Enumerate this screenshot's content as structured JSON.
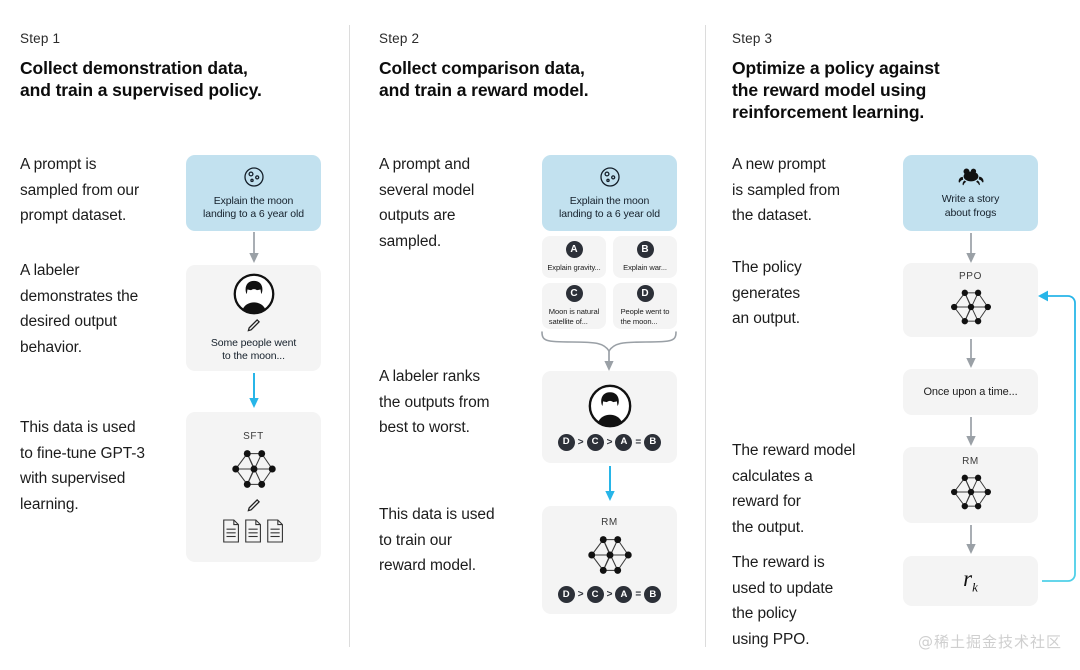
{
  "meta": {
    "watermark": "@稀土掘金技术社区",
    "accent_blue": "#c2e1ef",
    "accent_cyan": "#27b5e8",
    "box_grey": "#f4f4f4",
    "arrow_grey": "#9aa0a6",
    "divider": "#dcdcdc"
  },
  "columns": [
    {
      "step_label": "Step 1",
      "title": "Collect demonstration data,\nand train a supervised policy.",
      "paragraphs": [
        "A prompt is\nsampled from our\nprompt dataset.",
        "A labeler\ndemonstrates the\ndesired output\nbehavior.",
        "This data is used\nto fine-tune GPT-3\nwith supervised\nlearning."
      ],
      "blocks": {
        "prompt": {
          "icon": "moon-icon",
          "caption": "Explain the moon\nlanding to a 6 year old"
        },
        "labeler": {
          "icon": "person-icon",
          "pencil": "pencil-icon",
          "caption": "Some people went\nto the moon..."
        },
        "model": {
          "label": "SFT",
          "icon": "neural-network-icon",
          "pencil": "pencil-icon",
          "docs": "documents-icon"
        }
      }
    },
    {
      "step_label": "Step 2",
      "title": "Collect comparison data,\nand train a reward model.",
      "paragraphs": [
        "A prompt and\nseveral model\noutputs are\nsampled.",
        "A labeler ranks\nthe outputs from\nbest to worst.",
        "This data is used\nto train our\nreward model."
      ],
      "blocks": {
        "prompt": {
          "icon": "moon-icon",
          "caption": "Explain the moon\nlanding to a 6 year old"
        },
        "options": [
          {
            "letter": "A",
            "caption": "Explain gravity..."
          },
          {
            "letter": "B",
            "caption": "Explain war..."
          },
          {
            "letter": "C",
            "caption": "Moon is natural\nsatellite of..."
          },
          {
            "letter": "D",
            "caption": "People went to\nthe moon..."
          }
        ],
        "ranking": {
          "icon": "person-icon",
          "tokens": [
            "D",
            ">",
            "C",
            ">",
            "A",
            "=",
            "B"
          ]
        },
        "reward_model": {
          "label": "RM",
          "icon": "neural-network-icon",
          "tokens": [
            "D",
            ">",
            "C",
            ">",
            "A",
            "=",
            "B"
          ]
        }
      }
    },
    {
      "step_label": "Step 3",
      "title": "Optimize a policy against\nthe reward model using\nreinforcement learning.",
      "paragraphs": [
        "A new prompt\nis sampled from\nthe dataset.",
        "The policy\ngenerates\nan output.",
        "The reward model\ncalculates a\nreward for\nthe output.",
        "The reward is\nused to update\nthe policy\nusing PPO."
      ],
      "blocks": {
        "prompt": {
          "icon": "frog-icon",
          "caption": "Write a story\nabout frogs"
        },
        "policy": {
          "label": "PPO",
          "icon": "neural-network-icon"
        },
        "output": {
          "caption": "Once upon a time..."
        },
        "reward_model": {
          "label": "RM",
          "icon": "neural-network-icon"
        },
        "reward": {
          "symbol": "r",
          "subscript": "k"
        }
      }
    }
  ]
}
